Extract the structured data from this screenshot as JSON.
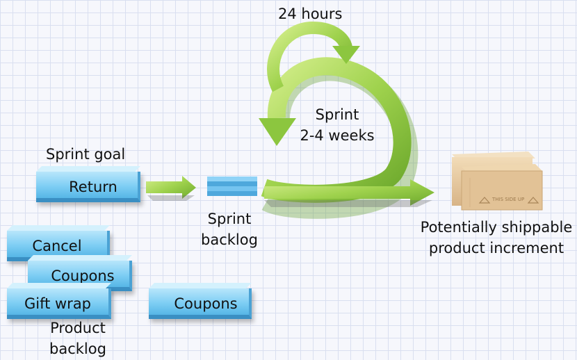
{
  "cycle": {
    "daily_label": "24 hours",
    "sprint_label": "Sprint",
    "sprint_duration": "2-4 weeks"
  },
  "sprint_goal": {
    "heading": "Sprint goal",
    "item": "Return"
  },
  "sprint_backlog": {
    "line1": "Sprint",
    "line2": "backlog"
  },
  "increment": {
    "line1": "Potentially shippable",
    "line2": "product increment",
    "box_stamp": "THIS SIDE UP"
  },
  "product_backlog": {
    "items": [
      "Cancel",
      "Coupons",
      "Gift wrap",
      "Coupons"
    ],
    "line1": "Product",
    "line2": "backlog"
  },
  "colors": {
    "arrow_green": "#8cc63f",
    "box_blue": "#7ecef4",
    "cardboard": "#e7c99f"
  }
}
